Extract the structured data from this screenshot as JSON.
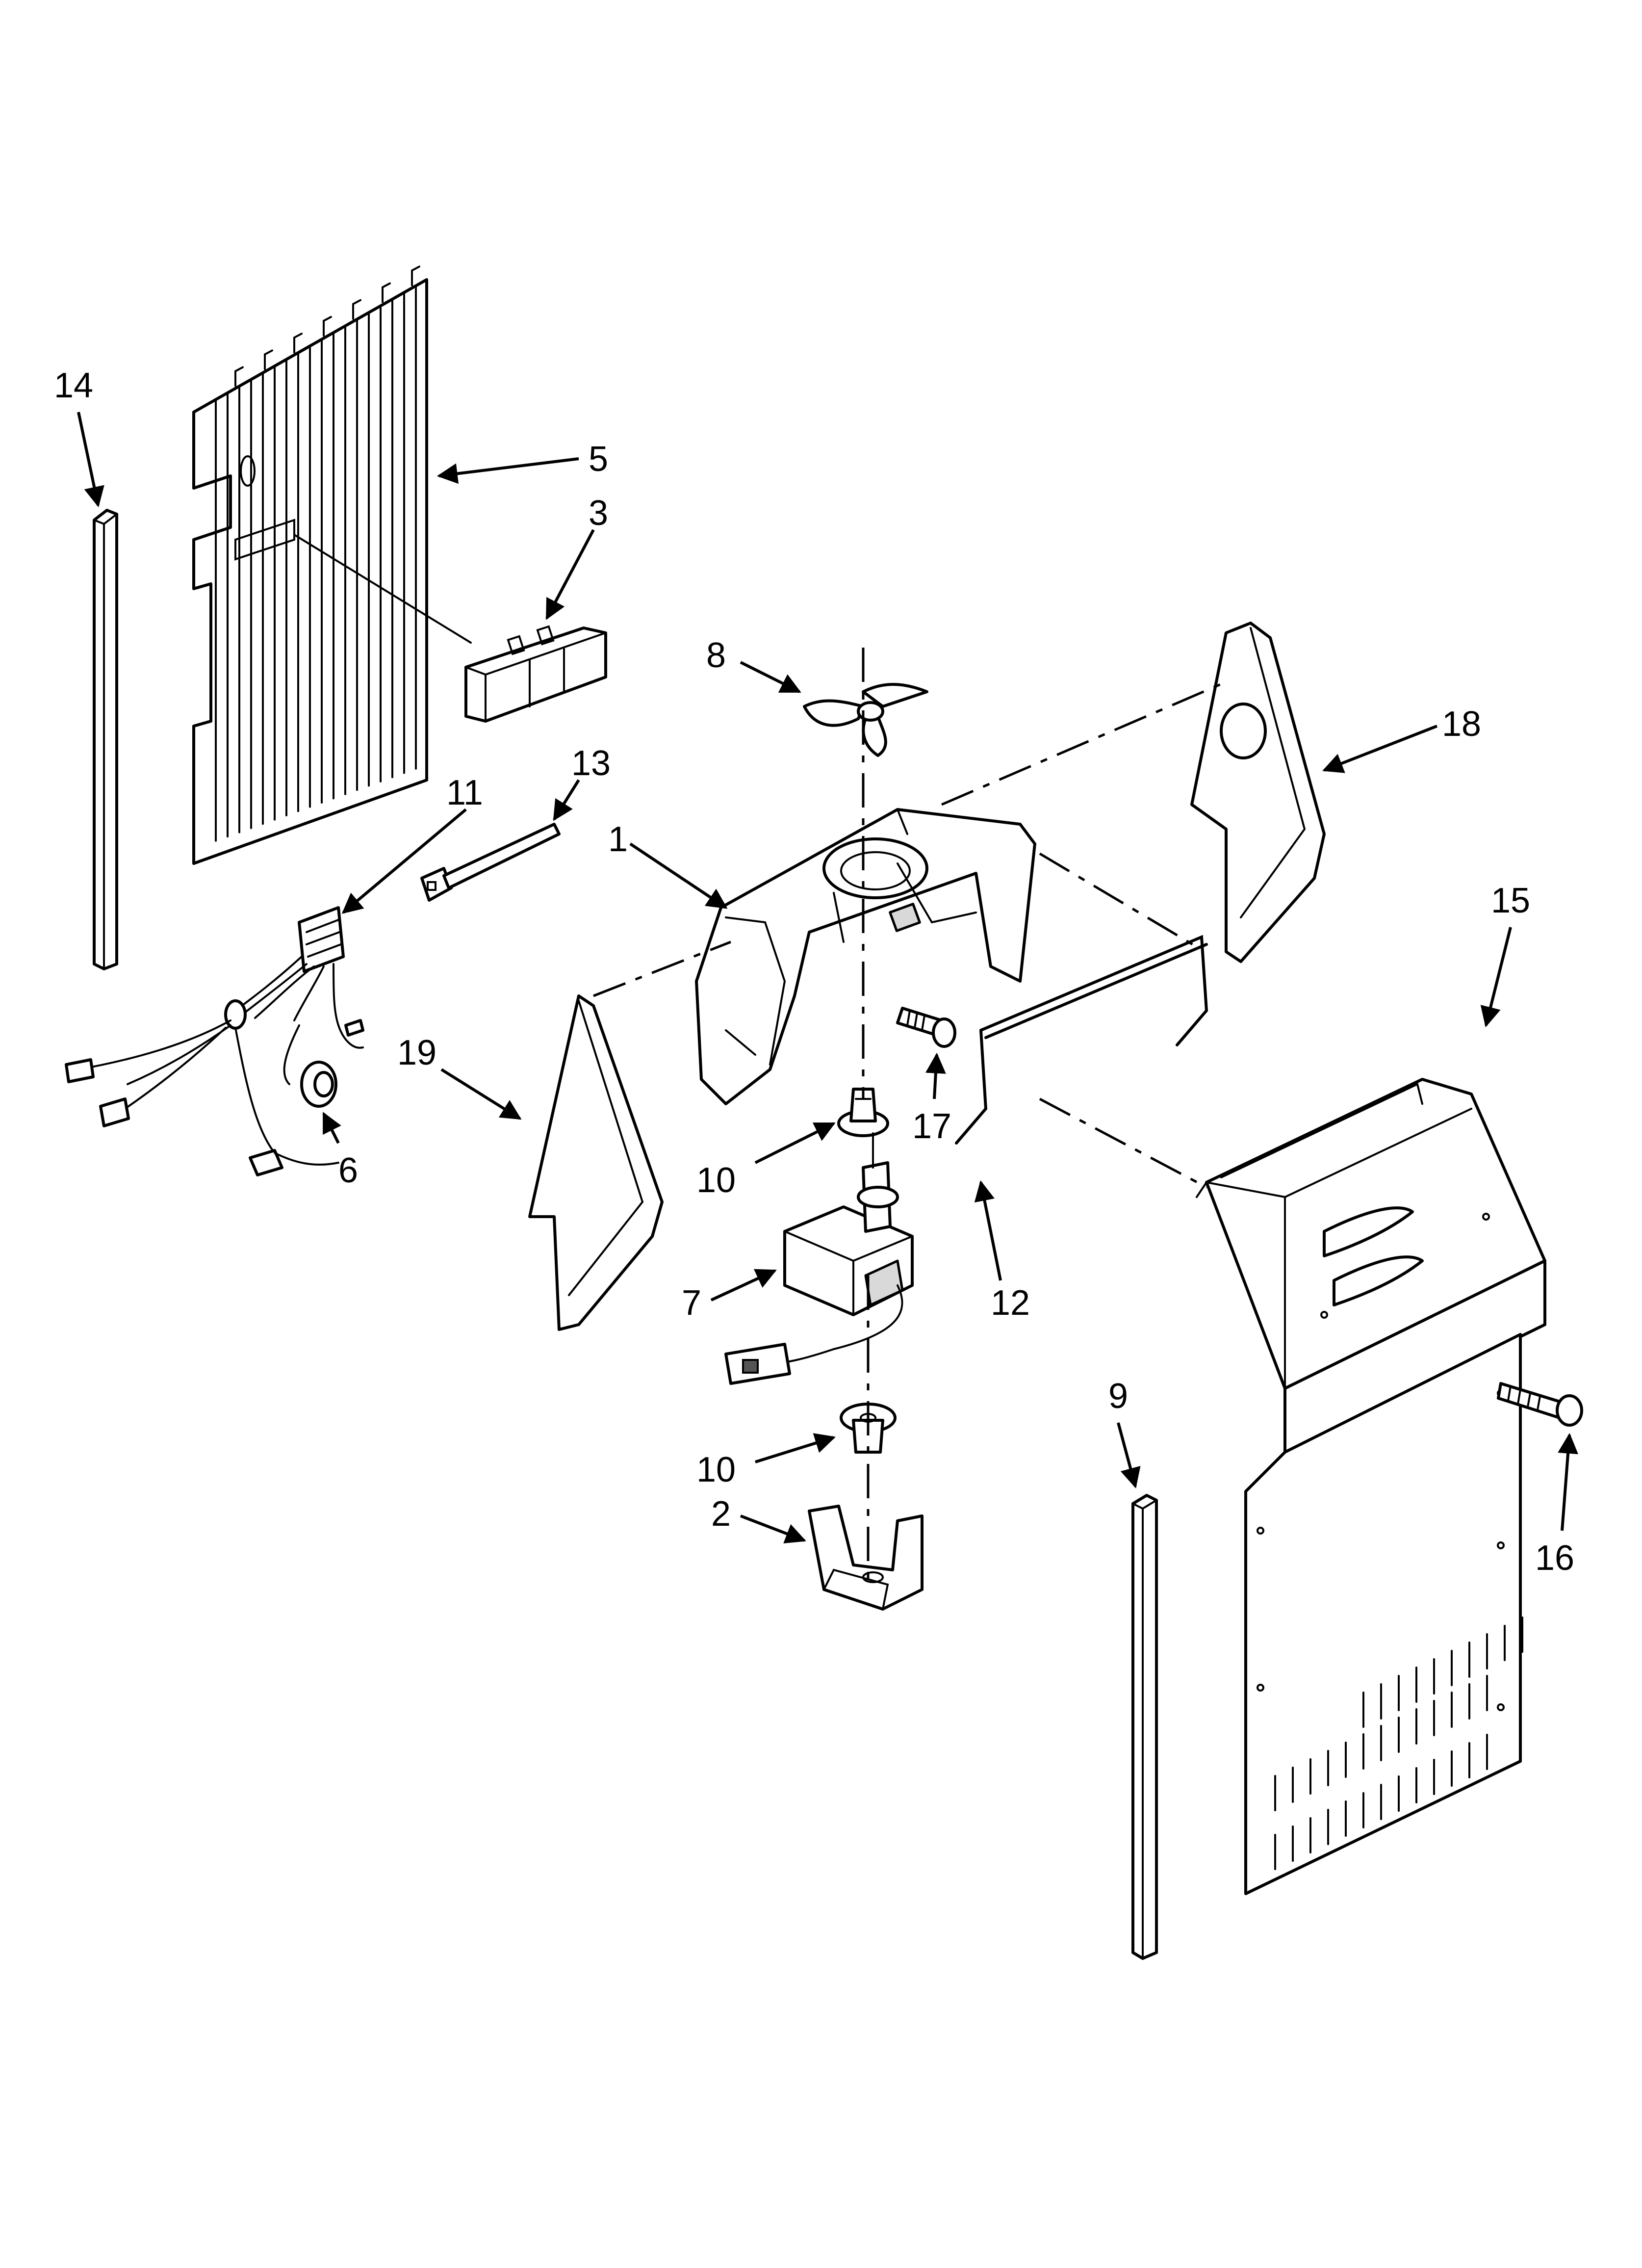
{
  "callouts": {
    "c1": "1",
    "c2": "2",
    "c3": "3",
    "c5": "5",
    "c6": "6",
    "c7": "7",
    "c8": "8",
    "c9": "9",
    "c10a": "10",
    "c10b": "10",
    "c11": "11",
    "c12": "12",
    "c13": "13",
    "c14": "14",
    "c15": "15",
    "c16": "16",
    "c17": "17",
    "c18": "18",
    "c19": "19"
  }
}
